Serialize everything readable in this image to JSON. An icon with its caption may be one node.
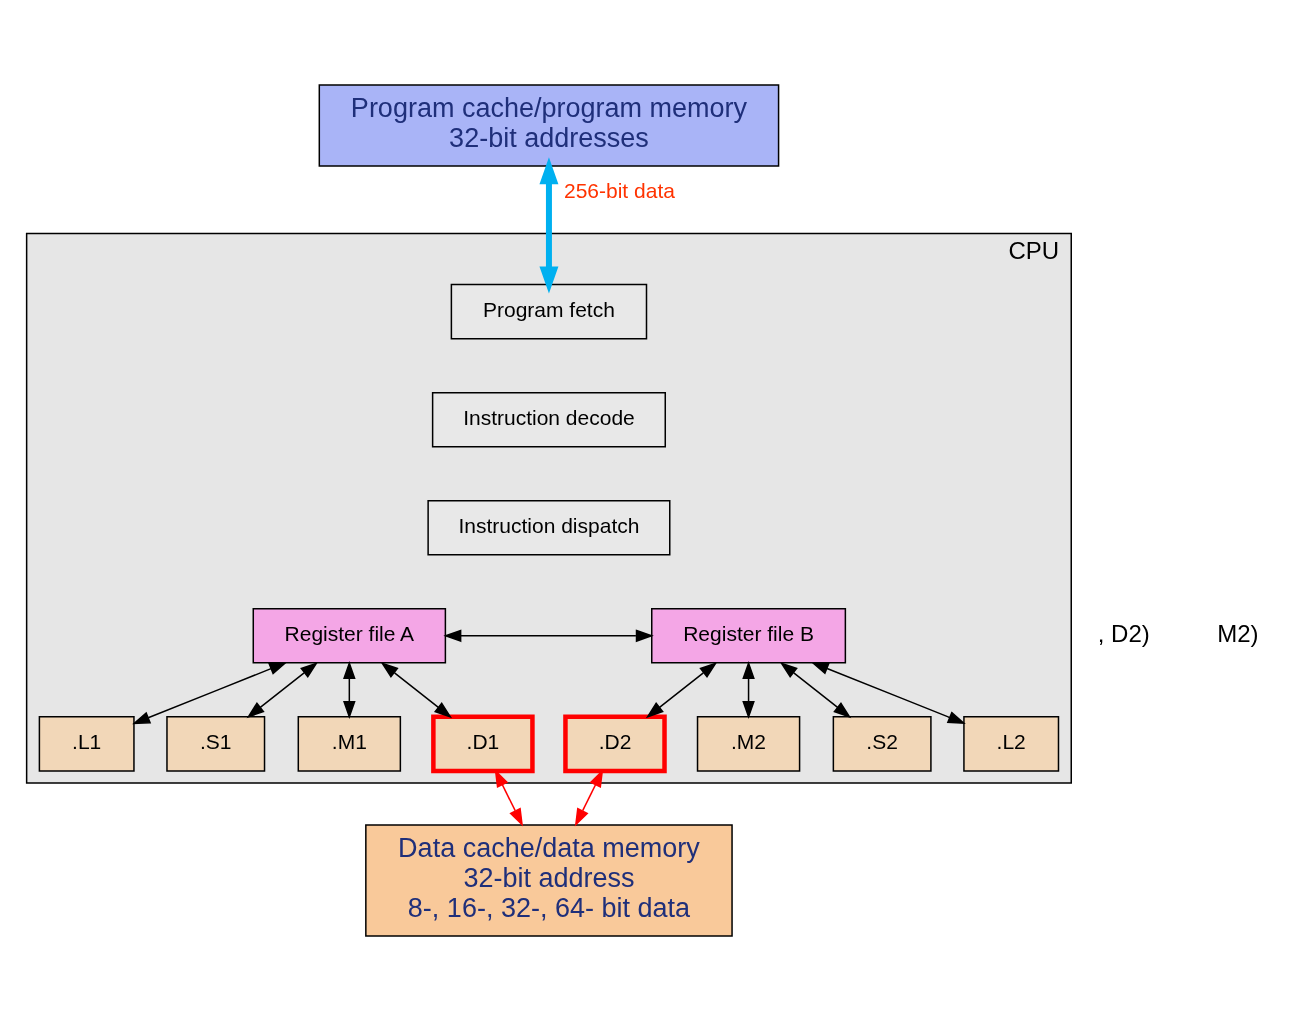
{
  "diagram": {
    "nodes": [
      {
        "text": [
          "Program cache/program memory",
          "32-bit addresses"
        ]
      },
      {
        "text": [
          "CPU"
        ]
      },
      {
        "text": [
          "Program fetch"
        ],
        "in": 1
      },
      {
        "text": [
          "Instruction decode"
        ],
        "in": 1
      },
      {
        "text": [
          "Instruction dispatch"
        ],
        "in": 1
      },
      {
        "text": [
          "Register file A"
        ],
        "in": 1
      },
      {
        "text": [
          "Register file B"
        ],
        "in": 1
      },
      {
        "text": [
          ".L1"
        ],
        "in": 1
      },
      {
        "text": [
          ".S1"
        ],
        "in": 1
      },
      {
        "text": [
          ".M1"
        ],
        "in": 1
      },
      {
        "text": [
          ".D1"
        ],
        "in": 1
      },
      {
        "text": [
          ".D2"
        ],
        "in": 1
      },
      {
        "text": [
          ".M2"
        ],
        "in": 1
      },
      {
        "text": [
          ".S2"
        ],
        "in": 1
      },
      {
        "text": [
          ".L2"
        ],
        "in": 1
      },
      {
        "text": [
          "Data cache/data memory",
          "32-bit address",
          "8-, 16-, 32-, 64- bit data"
        ]
      }
    ],
    "edges": [
      {
        "from": 0,
        "to": 2,
        "arrow": "both",
        "label": "256-bit data",
        "style": "thick",
        "color": "#00b0f0"
      },
      {
        "from": 5,
        "to": 7,
        "arrow": "both"
      },
      {
        "from": 5,
        "to": 8,
        "arrow": "both"
      },
      {
        "from": 5,
        "to": 9,
        "arrow": "both"
      },
      {
        "from": 5,
        "to": 10,
        "arrow": "both"
      },
      {
        "from": 5,
        "to": 6,
        "arrow": "both"
      },
      {
        "from": 6,
        "to": 11,
        "arrow": "both"
      },
      {
        "from": 6,
        "to": 12,
        "arrow": "both"
      },
      {
        "from": 6,
        "to": 13,
        "arrow": "both"
      },
      {
        "from": 6,
        "to": 14,
        "arrow": "both"
      },
      {
        "from": 10,
        "to": 15,
        "arrow": "both",
        "color": "#ff0000"
      },
      {
        "from": 11,
        "to": 15,
        "arrow": "both",
        "color": "#ff0000"
      }
    ],
    "labels": [
      ", D2)",
      "M2)"
    ]
  }
}
